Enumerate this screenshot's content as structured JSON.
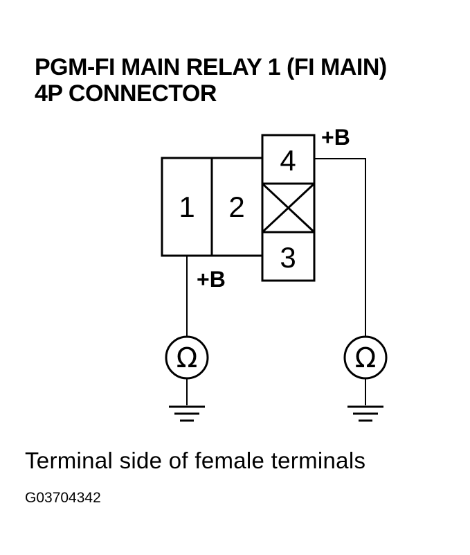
{
  "title": {
    "line1": "PGM-FI MAIN RELAY 1 (FI MAIN)",
    "line2": "4P CONNECTOR"
  },
  "connector": {
    "terminals": [
      "1",
      "2",
      "3",
      "4"
    ],
    "supply_label": "+B"
  },
  "meters": {
    "symbol": "Ω"
  },
  "caption": "Terminal side of female terminals",
  "figure_code": "G03704342"
}
